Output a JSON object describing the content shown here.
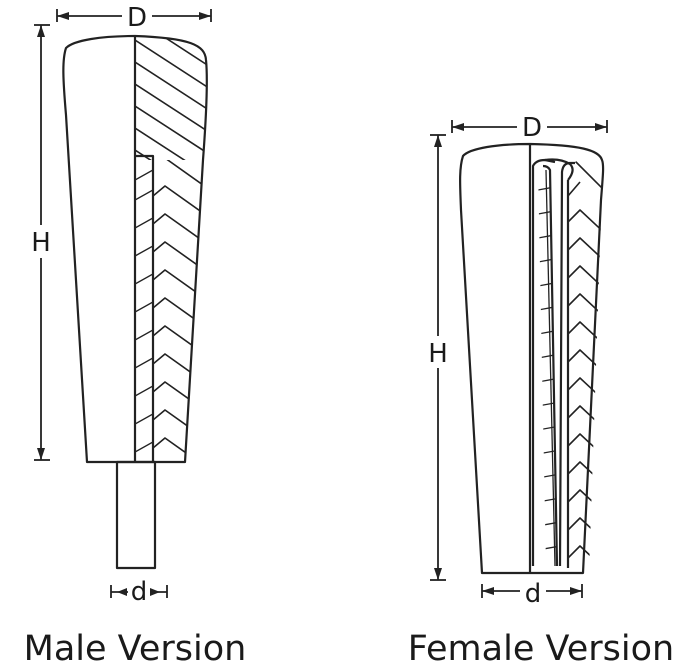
{
  "male": {
    "caption": "Male Version",
    "dim_D": "D",
    "dim_H": "H",
    "dim_d": "d"
  },
  "female": {
    "caption": "Female Version",
    "dim_D": "D",
    "dim_H": "H",
    "dim_d": "d"
  },
  "colors": {
    "line": "#222222",
    "background": "#ffffff"
  }
}
